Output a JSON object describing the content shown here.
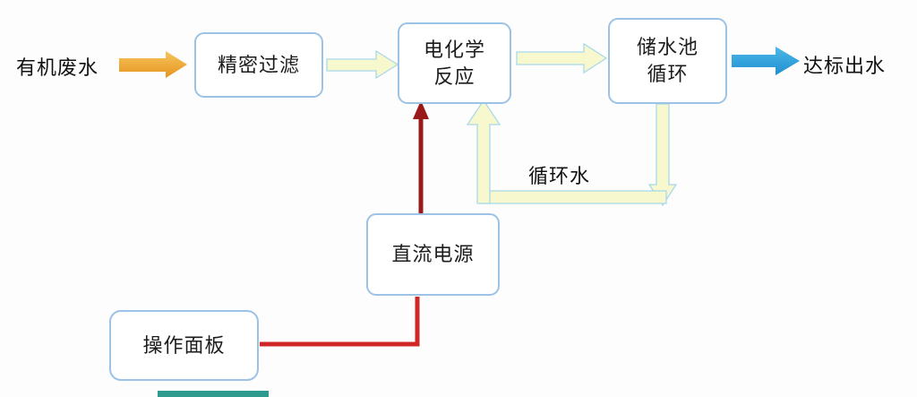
{
  "diagram": {
    "nodes": {
      "filter": {
        "label": "精密过滤"
      },
      "electro": {
        "label": "电化学\n反应"
      },
      "tank": {
        "label": "储水池\n循环"
      },
      "dc_power": {
        "label": "直流电源"
      },
      "panel": {
        "label": "操作面板"
      }
    },
    "labels": {
      "input": "有机废水",
      "output": "达标出水",
      "recycle": "循环水"
    },
    "colors": {
      "box_border": "#9cc2e5",
      "input_arrow": "#eda42e",
      "flow_arrow_fill": "#f8f8cf",
      "flow_arrow_border": "#a9d9ea",
      "output_arrow": "#29a3dc",
      "power_line_dark": "#9a1a1a",
      "power_line_red": "#cf2626",
      "bottom_line": "#2f9a8e"
    }
  }
}
